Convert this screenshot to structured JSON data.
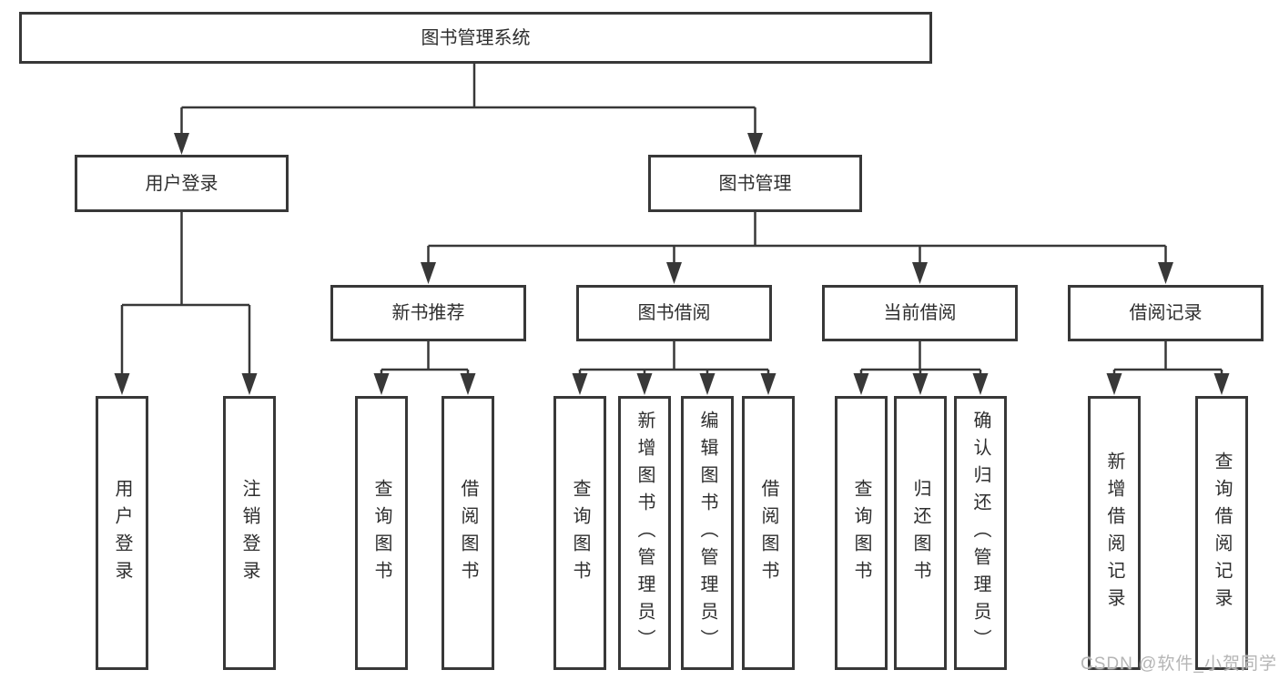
{
  "colors": {
    "line": "#383838",
    "text": "#2e2e2e",
    "watermark": "#b5b5b5",
    "background": "#ffffff"
  },
  "watermark": "CSDN @软件_小贺同学",
  "tree": {
    "label": "图书管理系统",
    "children": [
      {
        "label": "用户登录",
        "children": [
          {
            "label": "用户登录"
          },
          {
            "label": "注销登录"
          }
        ]
      },
      {
        "label": "图书管理",
        "children": [
          {
            "label": "新书推荐",
            "children": [
              {
                "label": "查询图书"
              },
              {
                "label": "借阅图书"
              }
            ]
          },
          {
            "label": "图书借阅",
            "children": [
              {
                "label": "查询图书"
              },
              {
                "label": "新增图书（管理员）"
              },
              {
                "label": "编辑图书（管理员）"
              },
              {
                "label": "借阅图书"
              }
            ]
          },
          {
            "label": "当前借阅",
            "children": [
              {
                "label": "查询图书"
              },
              {
                "label": "归还图书"
              },
              {
                "label": "确认归还（管理员）"
              }
            ]
          },
          {
            "label": "借阅记录",
            "children": [
              {
                "label": "新增借阅记录"
              },
              {
                "label": "查询借阅记录"
              }
            ]
          }
        ]
      }
    ]
  }
}
